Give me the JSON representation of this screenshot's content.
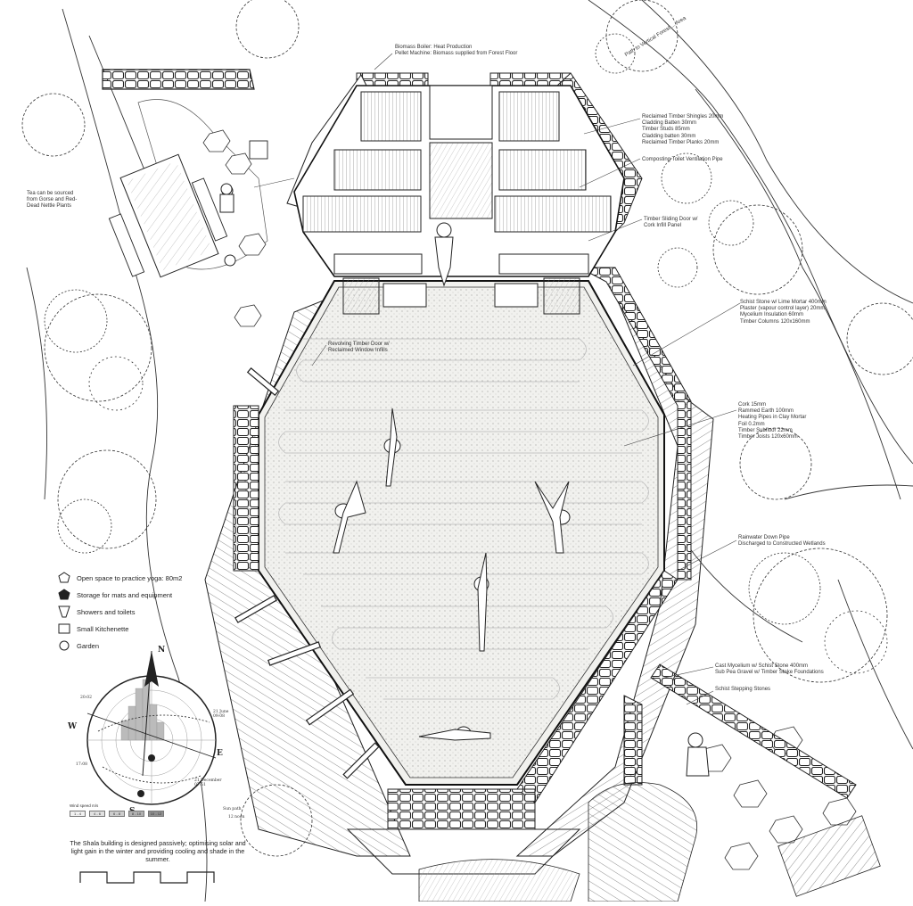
{
  "annotations": [
    {
      "id": "biomass",
      "text": "Biomass Boiler: Heat Production\nPellet Machine: Biomass supplied from Forest Floor"
    },
    {
      "id": "footpath",
      "text": "Path to Vertical Forest ... Area"
    },
    {
      "id": "roof",
      "text": "Reclaimed Timber Shingles 20mm\nCladding Batten 30mm\nTimber Studs 85mm\nCladding batten 30mm\nReclaimed Timber Planks 20mm"
    },
    {
      "id": "toilet-pipe",
      "text": "Composting Toilet Ventilation Pipe"
    },
    {
      "id": "tea",
      "text": "Tea can be sourced\nfrom Gorse and Red-\nDead Nettle Plants"
    },
    {
      "id": "sliding-door",
      "text": "Timber Sliding Door w/\nCork Infill Panel"
    },
    {
      "id": "wall",
      "text": "Schist Stone w/ Lime Mortar 400mm\nPlaster (vapour control layer) 20mm\nMycelium Insulation 60mm\nTimber Columns 120x160mm"
    },
    {
      "id": "revolving-door",
      "text": "Revolving Timber Door w/\nReclaimed Window Infills"
    },
    {
      "id": "floor",
      "text": "Cork 15mm\nRammed Earth 100mm\nHeating Pipes in Clay Mortar\nFoil 0.2mm\nTimber Subfloor 22mm\nTimber Joists 120x60mm"
    },
    {
      "id": "downpipe",
      "text": "Rainwater Down Pipe\nDischarged to Constructed Wetlands"
    },
    {
      "id": "foundation",
      "text": "Cast Mycelium w/ Schist Stone 400mm\nSub Pea Gravel w/ Timber Stake Foundations"
    },
    {
      "id": "stepping",
      "text": "Schist Stepping Stones"
    }
  ],
  "legend": [
    {
      "icon": "yoga-mat-icon",
      "label": "Open space to practice yoga: 80m2"
    },
    {
      "icon": "storage-icon",
      "label": "Storage for mats and equipment"
    },
    {
      "icon": "shower-icon",
      "label": "Showers and toilets"
    },
    {
      "icon": "kitchen-icon",
      "label": "Small Kitchenette"
    },
    {
      "icon": "garden-icon",
      "label": "Garden"
    }
  ],
  "compass": {
    "north": "N",
    "south": "S",
    "east": "E",
    "west": "W",
    "june_label": "21 June\n09:08",
    "june_time_left": "20:02",
    "december_label": "21 December\n07:51",
    "december_time_left": "17:08"
  },
  "wind_legend": {
    "title": "Wind speed m/s",
    "ranges": [
      "1 - 4",
      "4 - 6",
      "6 - 8",
      "8 - 10",
      "10 - 12"
    ],
    "sun_path_title": "Sun path",
    "sun_path_label": "12 noon"
  },
  "caption": "The Shala building is designed passively; optimising solar and light gain in the winter and providing cooling and shade in the summer.",
  "colors": {
    "ink": "#222222",
    "floor": "#f1f1ee",
    "stone": "#5a5a5a",
    "paper": "#ffffff"
  }
}
